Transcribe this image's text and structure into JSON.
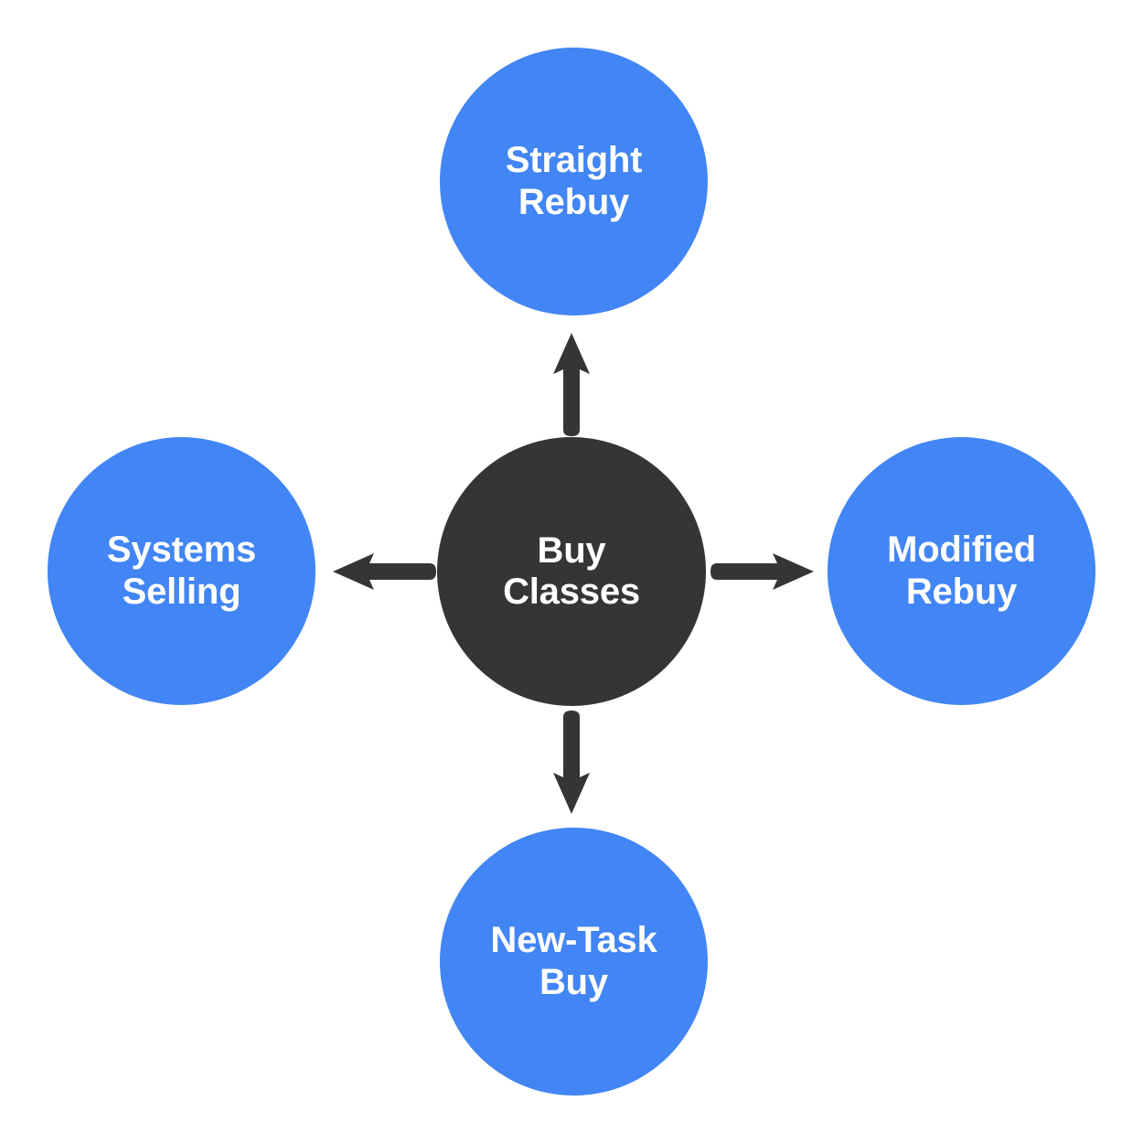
{
  "diagram": {
    "title": "Buy Classes",
    "type": "radial-hub-and-spoke",
    "colors": {
      "hub_fill": "#353535",
      "node_fill": "#4285f4",
      "arrow_fill": "#353535",
      "label_text": "#ffffff",
      "background": "#ffffff"
    },
    "hub": {
      "label": "Buy\nClasses",
      "line1": "Buy",
      "line2": "Classes"
    },
    "nodes": [
      {
        "id": "straight-rebuy",
        "position": "top",
        "label": "Straight\nRebuy",
        "line1": "Straight",
        "line2": "Rebuy"
      },
      {
        "id": "modified-rebuy",
        "position": "right",
        "label": "Modified\nRebuy",
        "line1": "Modified",
        "line2": "Rebuy"
      },
      {
        "id": "new-task-buy",
        "position": "bottom",
        "label": "New-Task\nBuy",
        "line1": "New-Task",
        "line2": "Buy"
      },
      {
        "id": "systems-selling",
        "position": "left",
        "label": "Systems\nSelling",
        "line1": "Systems",
        "line2": "Selling"
      }
    ],
    "connectors": [
      {
        "id": "hub-to-straight-rebuy",
        "from": "Buy Classes",
        "to": "Straight Rebuy",
        "direction": "up"
      },
      {
        "id": "hub-to-modified-rebuy",
        "from": "Buy Classes",
        "to": "Modified Rebuy",
        "direction": "right"
      },
      {
        "id": "hub-to-new-task-buy",
        "from": "Buy Classes",
        "to": "New-Task Buy",
        "direction": "down"
      },
      {
        "id": "hub-to-systems-selling",
        "from": "Buy Classes",
        "to": "Systems Selling",
        "direction": "left"
      }
    ]
  }
}
